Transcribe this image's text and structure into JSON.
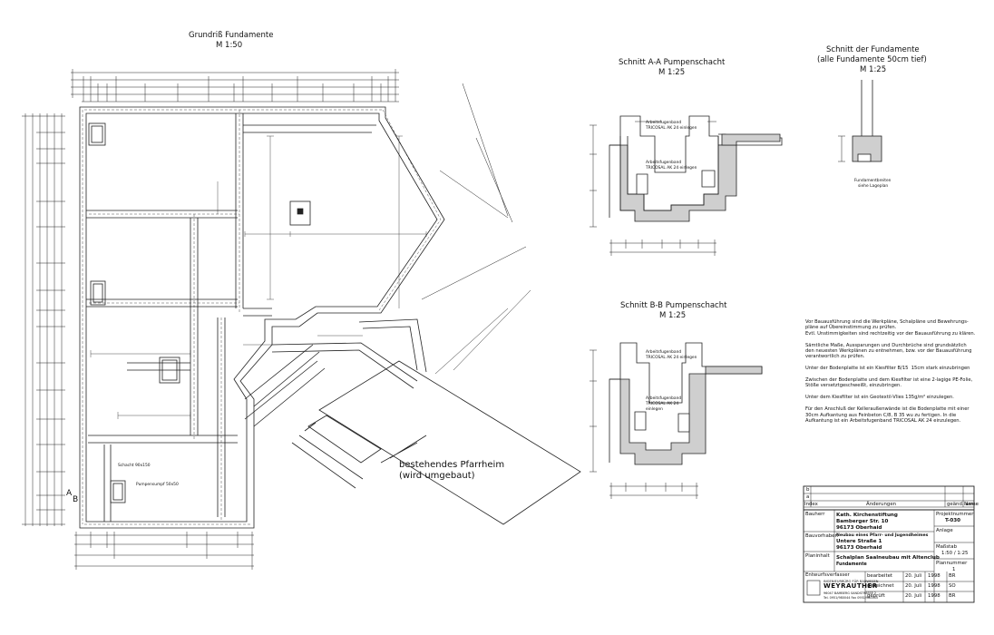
{
  "titles": {
    "plan_title": "Grundriß Fundamente",
    "plan_scale": "M 1:50",
    "section_aa_title": "Schnitt A-A Pumpenschacht",
    "section_aa_scale": "M 1:25",
    "section_bb_title": "Schnitt B-B Pumpenschacht",
    "section_bb_scale": "M 1:25",
    "section_f_title": "Schnitt der Fundamente",
    "section_f_sub": "(alle Fundamente 50cm tief)",
    "section_f_scale": "M 1:25"
  },
  "plan_labels": {
    "existing_building": "bestehendes Pfarrheim",
    "existing_building_sub": "(wird umgebaut)",
    "marker_a": "A",
    "marker_b": "B",
    "shaft": "Schacht 90x150",
    "pump_sump": "Pumpensumpf 50x50"
  },
  "section_labels": {
    "aa_band1": "Arbeitsfugenband",
    "aa_band1b": "TRICOSAL AK 24 einlegen",
    "aa_band2": "Arbeitsfugenband",
    "aa_band2b": "TRICOSAL AK 24 einlegen",
    "bb_band1": "Arbeitsfugenband",
    "bb_band1b": "TRICOSAL AK 24 einlegen",
    "bb_band2": "Arbeitsfugenband",
    "bb_band2b": "TRICOSAL AK 24",
    "bb_band2c": "einlegen",
    "f_note1": "Fundamentbreiten",
    "f_note2": "siehe Lageplan"
  },
  "notes": [
    "Vor Bauausführung sind die Werkpläne, Schalpläne und Bewehrungs-",
    "pläne auf Übereinstimmung zu prüfen.",
    "Evtl. Unstimmigkeiten sind rechtzeitig vor der Bauausführung zu klären.",
    "",
    "Sämtliche Maße, Aussparungen und Durchbrüche sind grundsätzlich",
    "den neuesten Werkplänen zu entnehmen, bzw. vor der Bauausführung",
    "verantwortlich zu prüfen.",
    "",
    "Unter der Bodenplatte ist ein Kiesfilter B/15  15cm stark einzubringen",
    "",
    "Zwischen der Bodenplatte und dem Kiesfilter ist eine 2-lagige PE-Folie,",
    "Stöße versetztgeschweißt, einzubringen.",
    "",
    "Unter dem Kiesfilter ist ein Geotextil-Vlies 135g/m² einzulegen.",
    "",
    "Für den Anschluß der Kelleraußenwände ist die Bodenplatte mit einer",
    "30cm Aufkantung aus Feinbeton C/8, B 35 wu zu fertigen. In die",
    "Aufkantung ist ein Arbeitsfugenband TRICOSAL AK 24 einzulegen."
  ],
  "title_block": {
    "index_rows": [
      "b",
      "a"
    ],
    "index_head": [
      "Index",
      "Änderungen",
      "geänd. am",
      "Name"
    ],
    "bauherr_label": "Bauherr",
    "bauherr_1": "Kath. Kirchenstiftung",
    "bauherr_2": "Bamberger Str. 10",
    "bauherr_3": "96173  Oberhaid",
    "bauvorhaben_label": "Bauvorhaben",
    "bauvorhaben_1": "Neubau eines Pfarr- und Jugendheimes",
    "bauvorhaben_2": "Untere Straße 1",
    "bauvorhaben_3": "96173  Oberhaid",
    "planinhalt_label": "Planinhalt",
    "planinhalt_1": "Schalplan Saalneubau mit Altenclub",
    "planinhalt_2": "Fundamente",
    "projektnummer_label": "Projektnummer",
    "projektnummer": "T-030",
    "anlage_label": "Anlage",
    "massstab_label": "Maßstab",
    "massstab": "1:50 / 1:25",
    "plannummer_label": "Plannummer",
    "plannummer": "1",
    "entwurf_label": "Entwurfsverfasser",
    "firm_line": "INGENIEURBÜRO FÜR BAUWESEN",
    "firm_name": "WEYRAUTHER",
    "firm_addr": "96047 BAMBERG   SANDSTRASSE 2",
    "firm_tel": "Tel. 0951/980044   Fax 0951/980045",
    "rows": [
      {
        "label": "bearbeitet",
        "date": "20. Juli",
        "year": "1998",
        "name": "BR"
      },
      {
        "label": "gezeichnet",
        "date": "20. Juli",
        "year": "1998",
        "name": "SO"
      },
      {
        "label": "geprüft",
        "date": "20. Juli",
        "year": "1998",
        "name": "BR"
      }
    ]
  }
}
